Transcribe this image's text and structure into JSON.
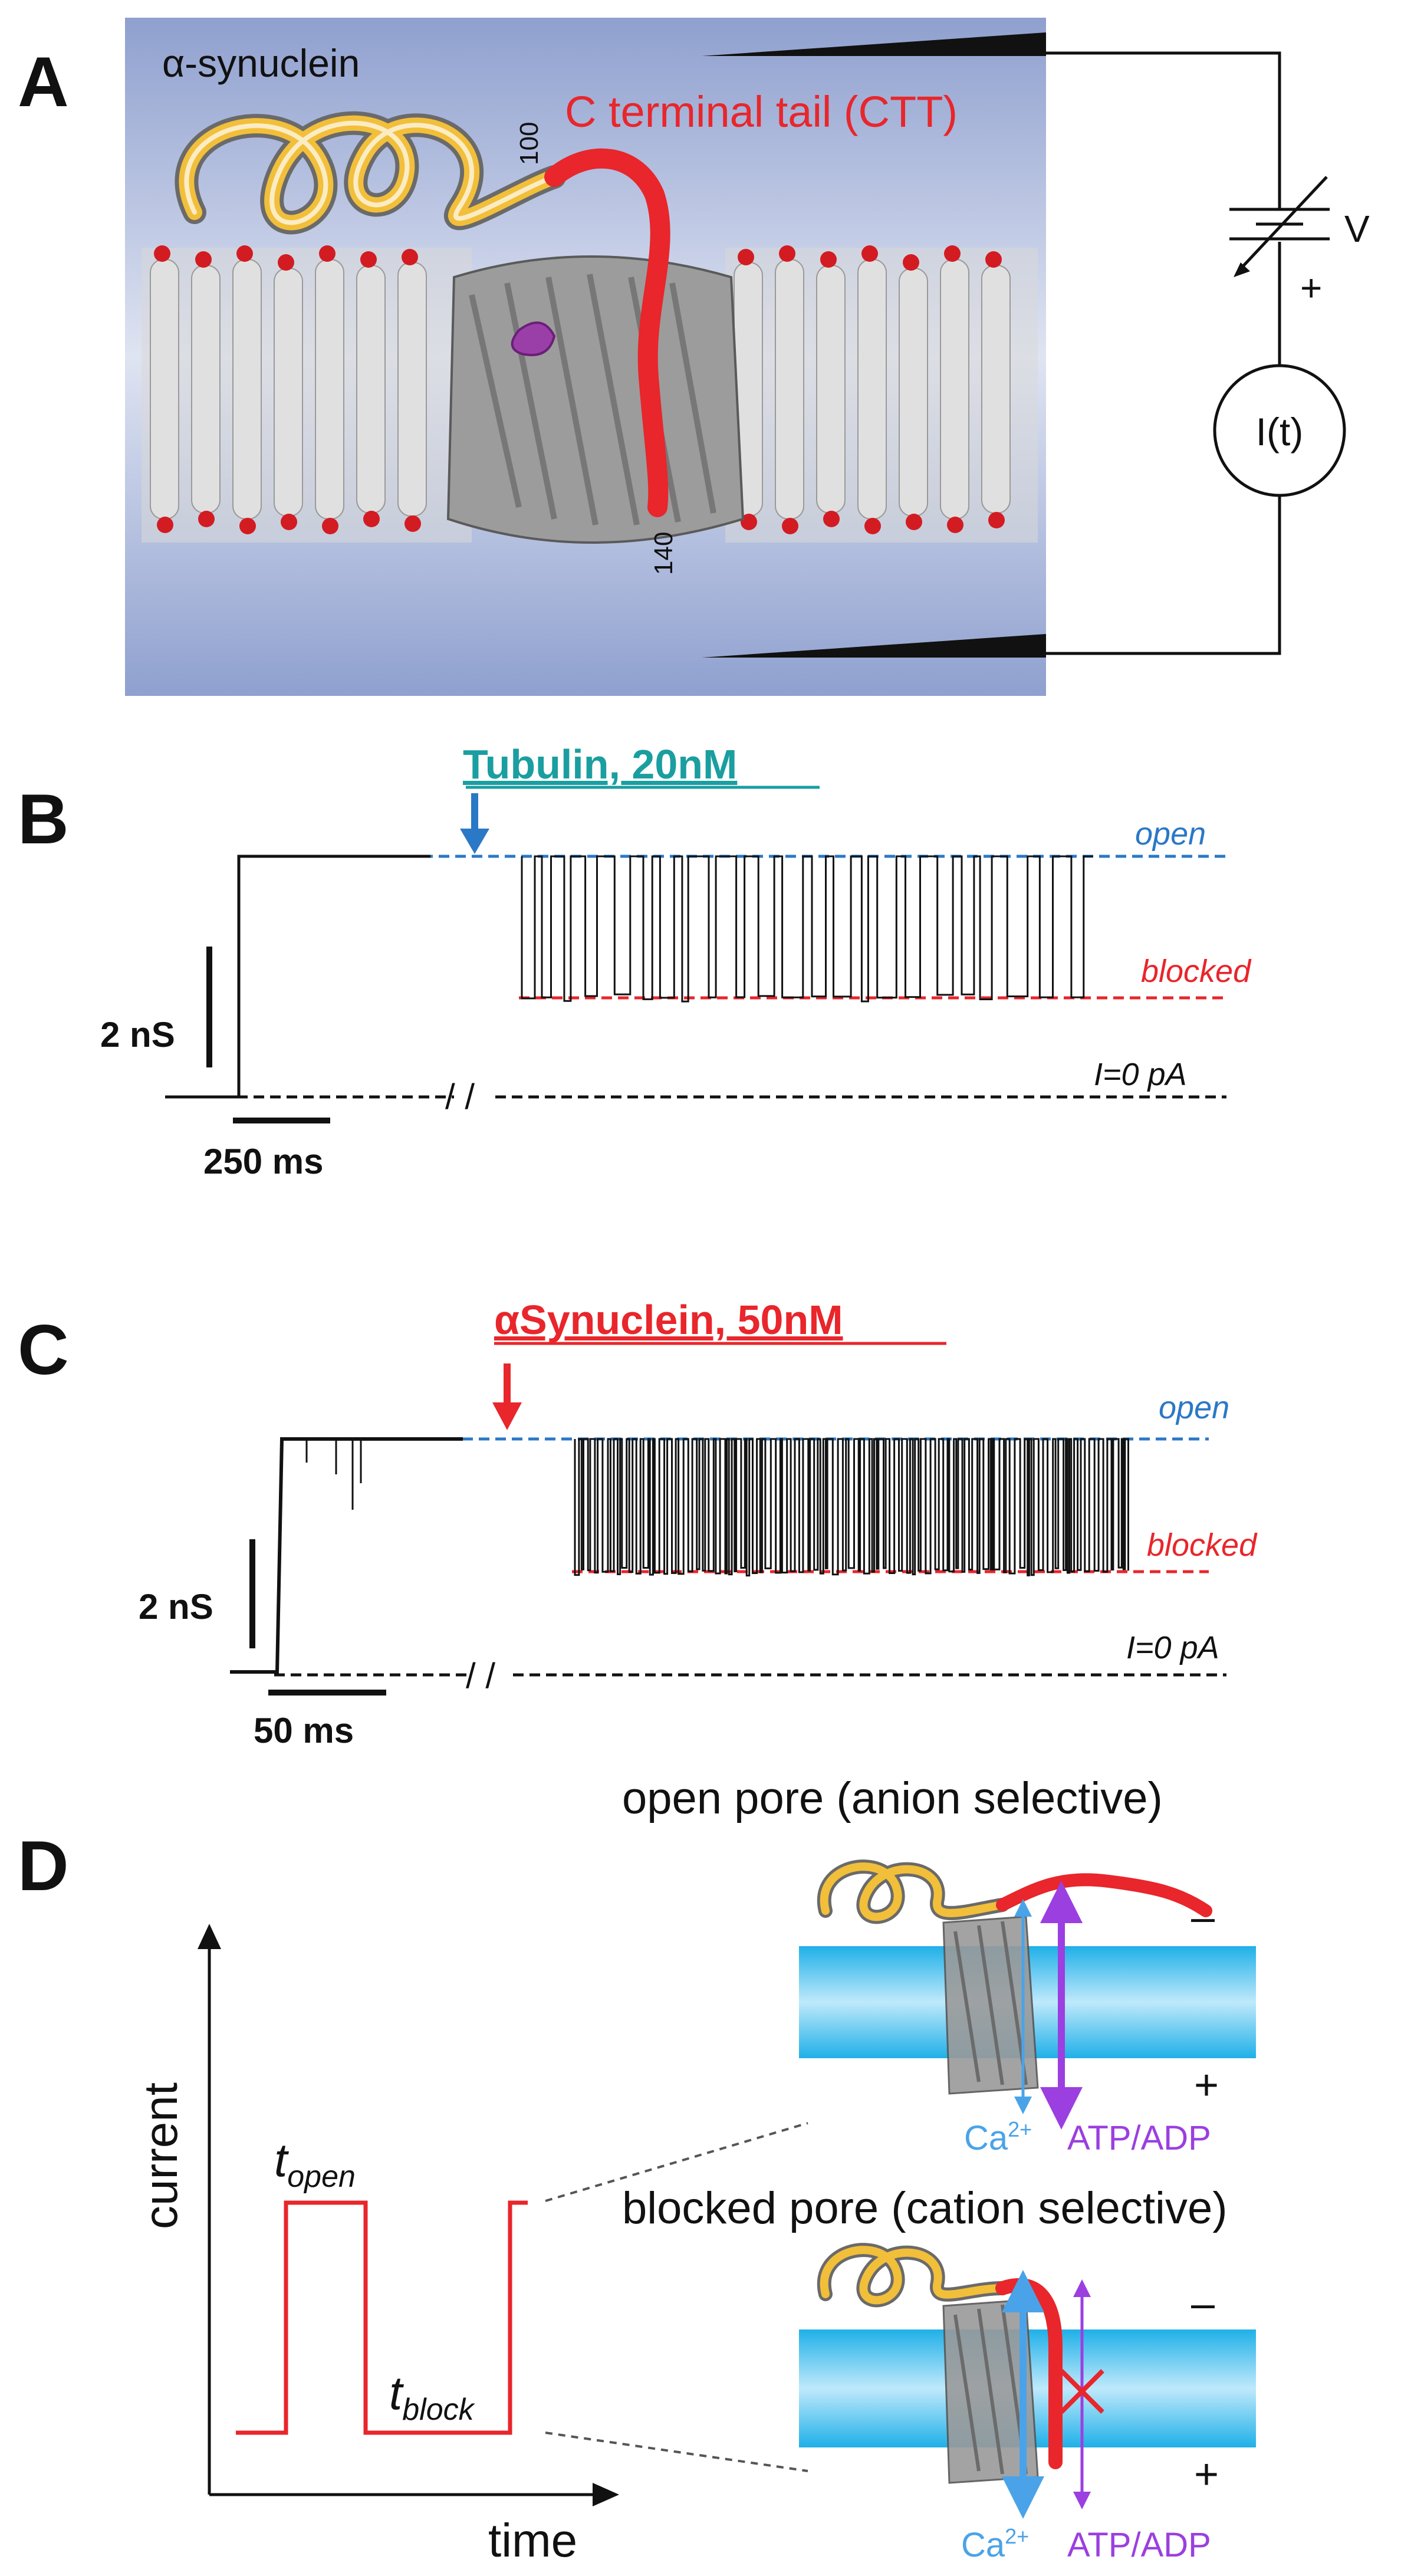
{
  "panels": {
    "A": {
      "letter": "A",
      "protein_label": "α-synuclein",
      "ctt_label": "C terminal tail (CTT)",
      "residue_start": "100",
      "residue_end": "140",
      "voltage_label": "V",
      "plus_sign": "+",
      "current_label": "I(t)"
    },
    "B": {
      "letter": "B",
      "additive_label": "Tubulin, 20nM",
      "open_label": "open",
      "blocked_label": "blocked",
      "zero_label": "I=0 pA",
      "scale_y_label": "2 nS",
      "scale_x_label": "250 ms",
      "break_mark": "/ /"
    },
    "C": {
      "letter": "C",
      "additive_label": "αSynuclein, 50nM",
      "open_label": "open",
      "blocked_label": "blocked",
      "zero_label": "I=0 pA",
      "scale_y_label": "2 nS",
      "scale_x_label": "50 ms",
      "break_mark": "/ /"
    },
    "D": {
      "letter": "D",
      "y_axis_label": "current",
      "x_axis_label": "time",
      "t_open_base": "t",
      "t_open_sub": "open",
      "t_block_base": "t",
      "t_block_sub": "block",
      "open_pore_title": "open pore (anion selective)",
      "blocked_pore_title": "blocked pore (cation selective)",
      "minus_sign": "–",
      "plus_sign": "+",
      "ca_label": "Ca",
      "ca_charge": "2+",
      "atp_label": "ATP/ADP"
    }
  },
  "colors": {
    "panel_a_background": "#a9b6d8",
    "tail_red": "#e8262b",
    "tubulin_teal": "#1a9ea0",
    "open_line_blue": "#2b78c6",
    "blocked_line_red": "#e8262b",
    "membrane_cyan": "#3fc3ee",
    "calcium_blue": "#4aa3e8",
    "atp_purple": "#9b3fe0",
    "loop_gold": "#f2bf3a",
    "pore_gray": "#8a8a8a"
  }
}
